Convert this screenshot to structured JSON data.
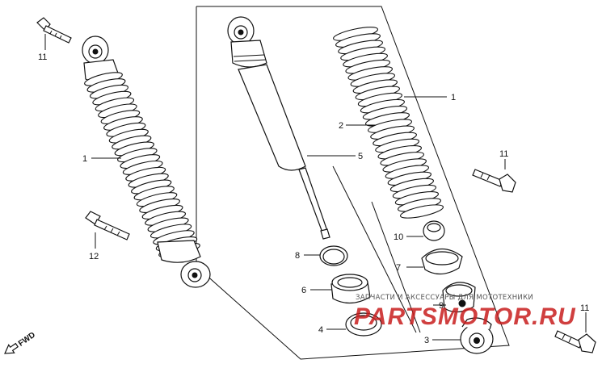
{
  "callouts": {
    "left_shock": "1",
    "left_bolt_top": "11",
    "left_bolt_bottom": "12",
    "spring_assembly": "1",
    "spring": "2",
    "damper": "5",
    "bolt_right_mid": "11",
    "bolt_right_bottom": "11",
    "part10": "10",
    "part7": "7",
    "part8": "8",
    "part6": "6",
    "part9": "9",
    "part4": "4",
    "part3": "3"
  },
  "fwd_label": "FWD",
  "watermark": {
    "tagline": "ЗАПЧАСТИ И АКСЕССУАРЫ ДЛЯ МОТОТЕХНИКИ",
    "brand": "PARTSMOTOR.RU"
  },
  "colors": {
    "line": "#111111",
    "watermark": "#c81e1e"
  }
}
